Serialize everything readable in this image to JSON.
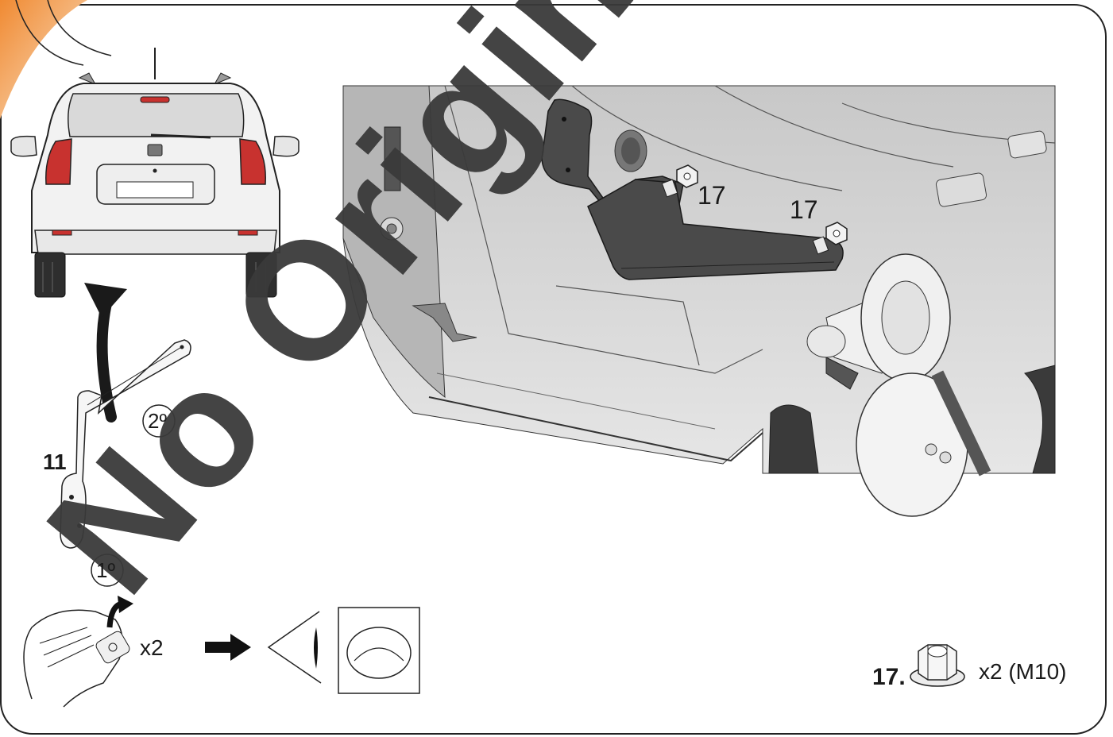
{
  "callouts": {
    "bolt_a": "17",
    "bolt_b": "17",
    "part_11": "11",
    "step_first": "1º",
    "step_second": "2º"
  },
  "instruction": {
    "qty": "x2"
  },
  "parts_list": {
    "item_number": "17.",
    "item_qty": "x2 (M10)",
    "item_icon": "hex-flange-nut-icon"
  },
  "watermark": {
    "text": "No Original"
  },
  "colors": {
    "watermark": "#3a3a3a",
    "bracket": "#4a4a4a",
    "accent_orange": "#f39a4a",
    "taillight": "#c8322f",
    "outline": "#222222"
  }
}
